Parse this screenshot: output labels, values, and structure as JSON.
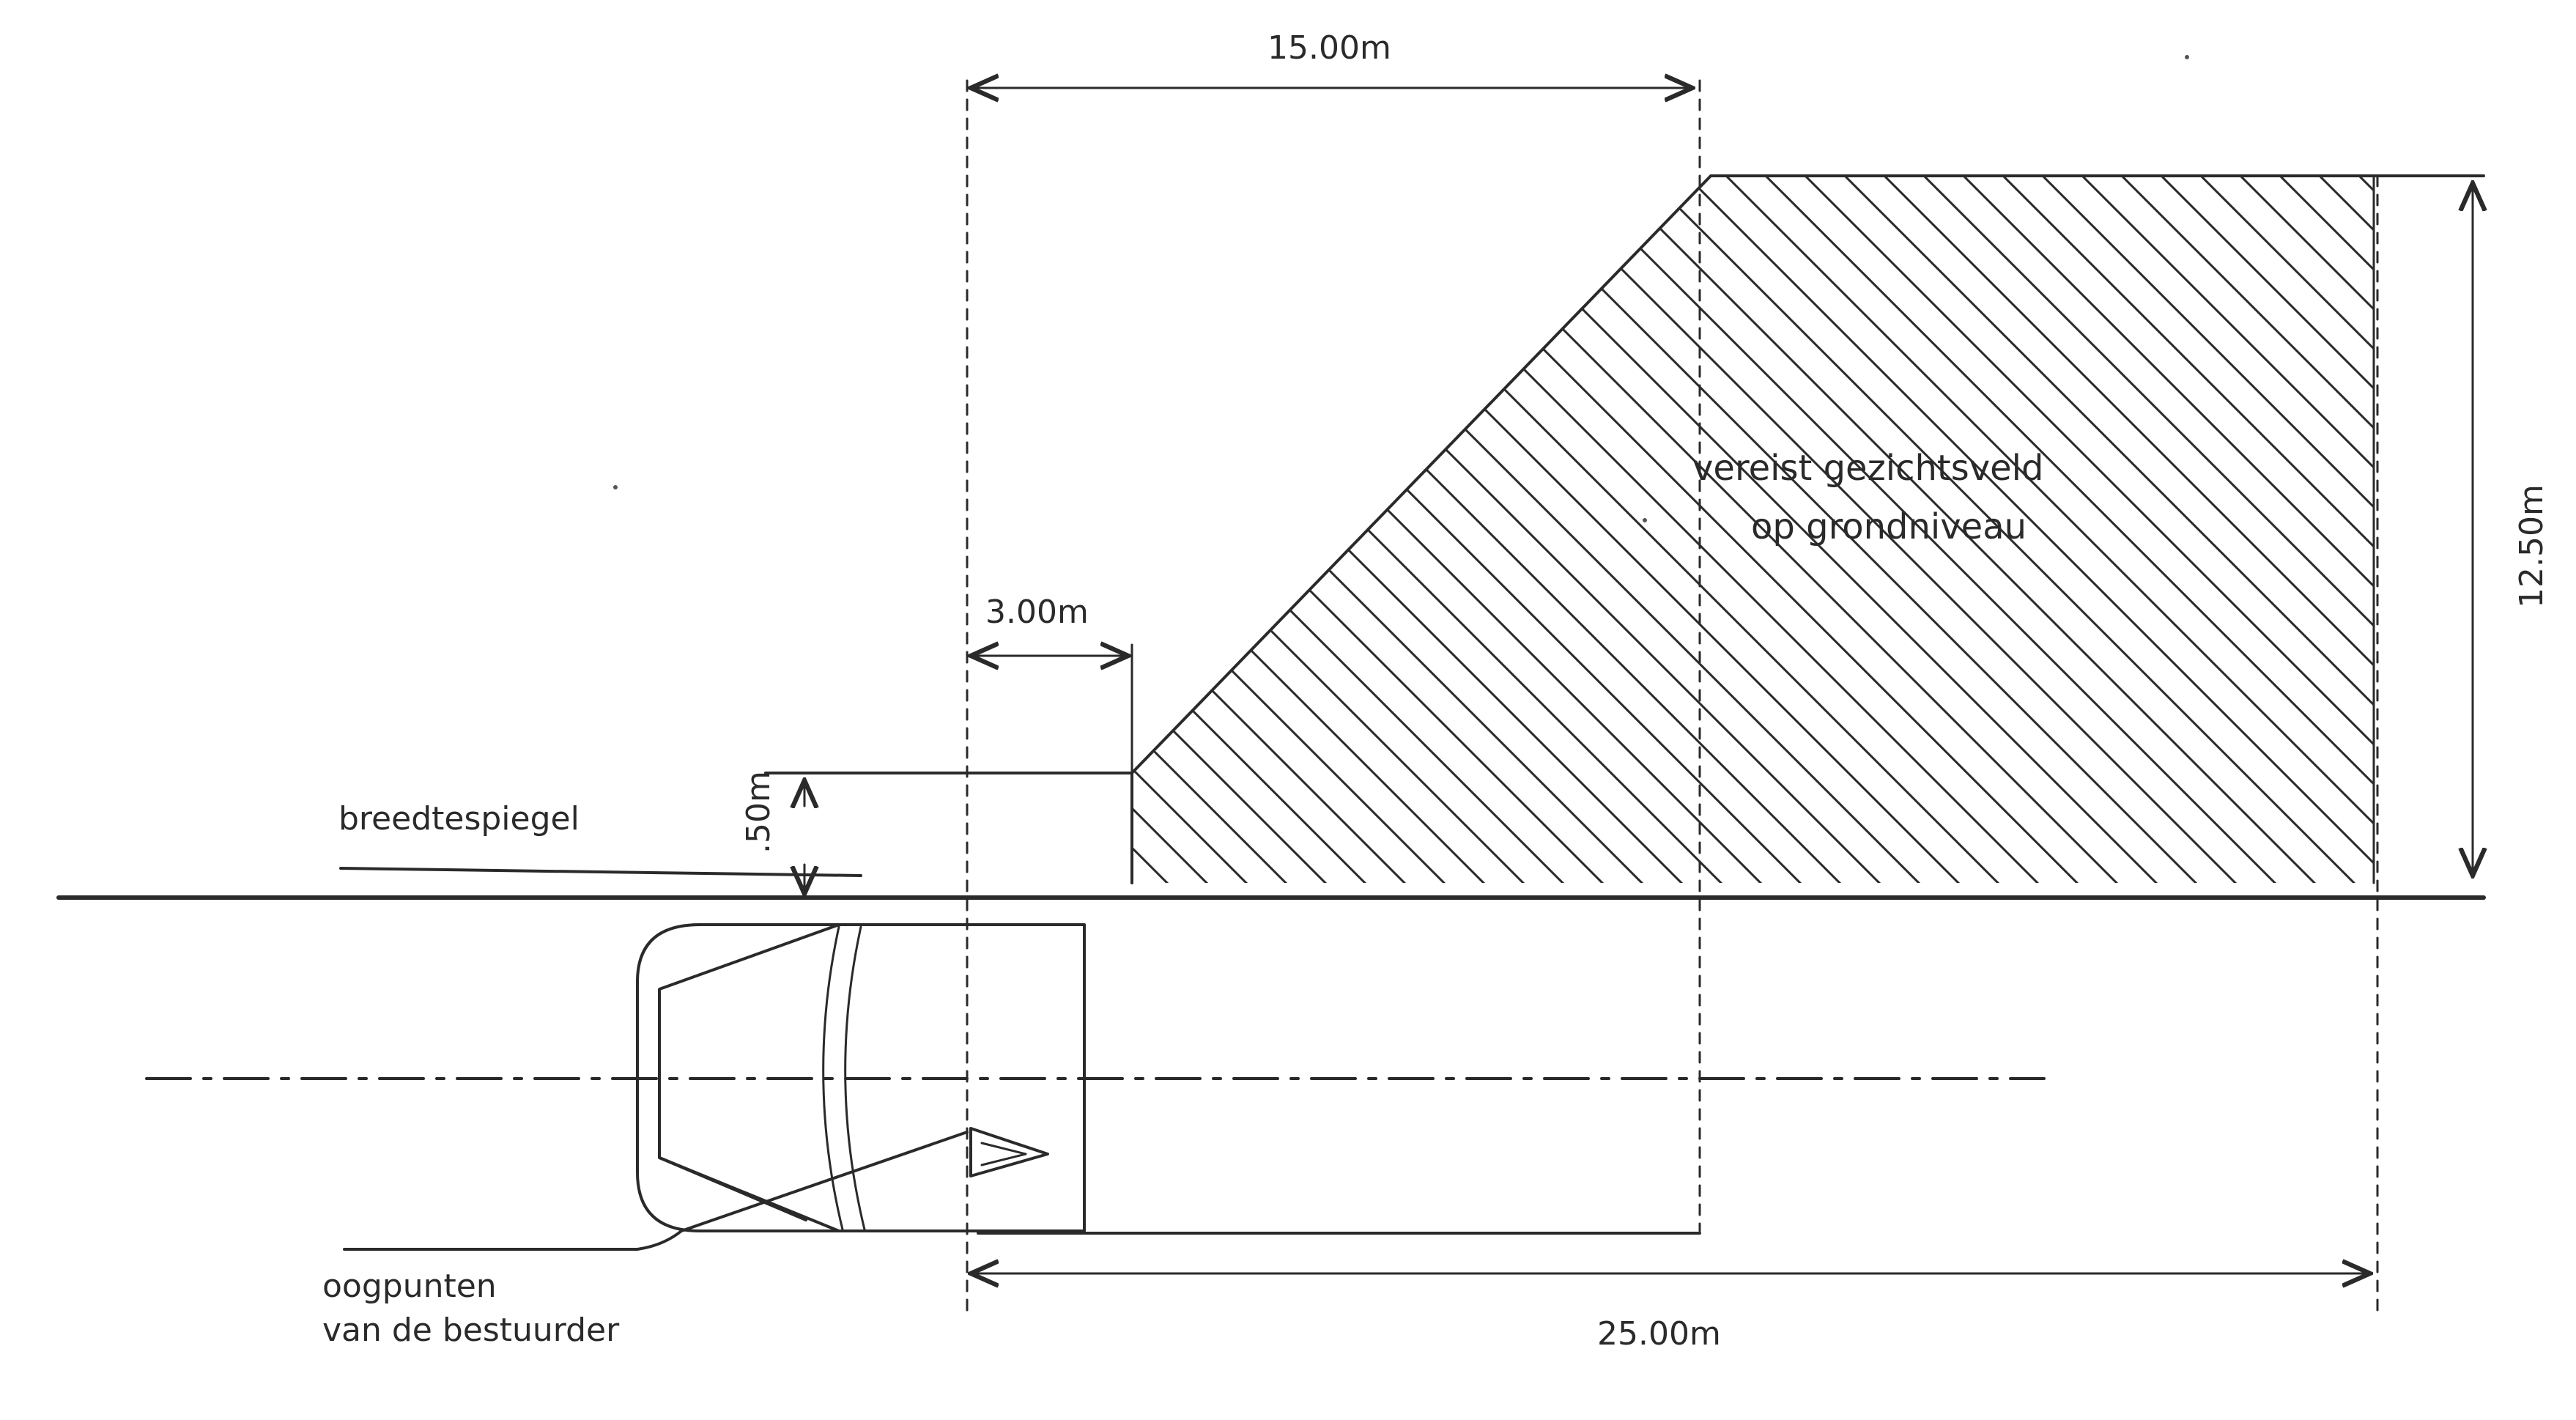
{
  "dimensions": {
    "top_width": "15.00m",
    "bottom_width": "25.00m",
    "offset": "3.00m",
    "mirror_width": ".50m",
    "height": "12.50m"
  },
  "labels": {
    "mirror": "breedtespiegel",
    "eye_points_line1": "oogpunten",
    "eye_points_line2": "van de bestuurder",
    "field_line1": "vereist gezichtsveld",
    "field_line2": "op grondniveau"
  },
  "colors": {
    "ink": "#2a2a2a",
    "paper": "#ffffff"
  }
}
